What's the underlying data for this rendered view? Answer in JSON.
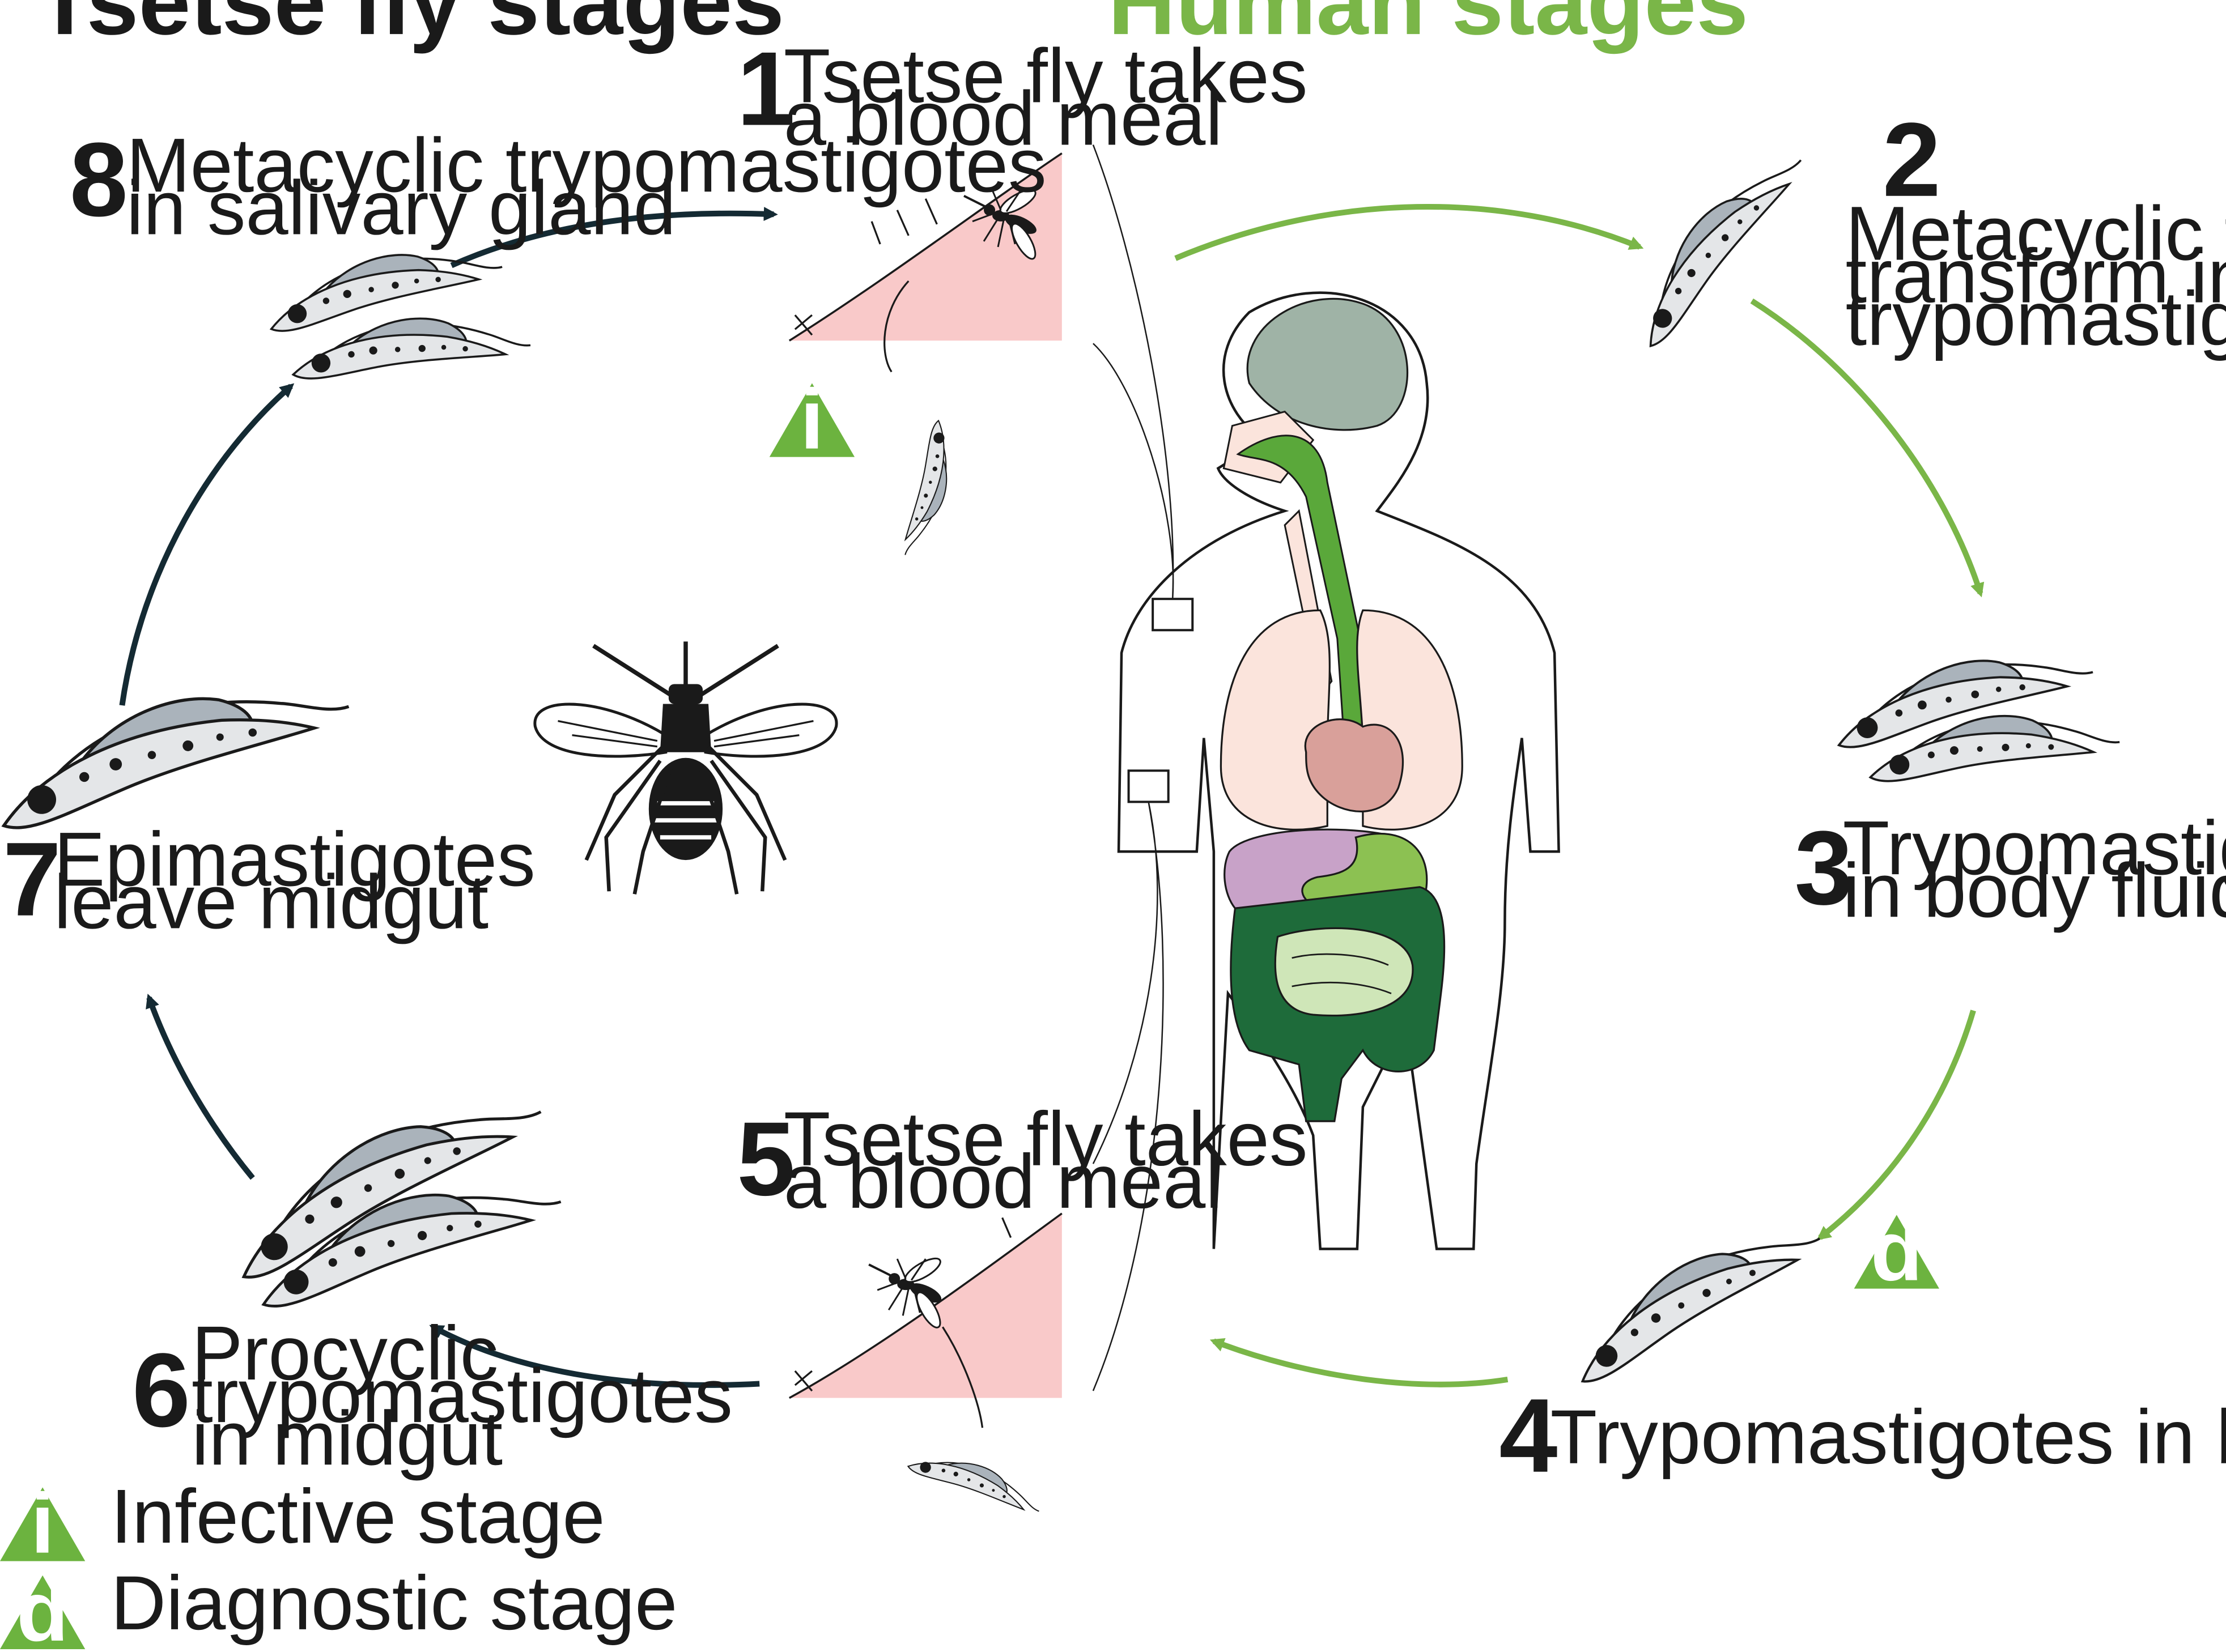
{
  "headers": {
    "tsetse": "Tsetse fly stages",
    "human": "Human stages"
  },
  "colors": {
    "tsetse_arrow": "#142a33",
    "human_arrow": "#7ab648",
    "badge_green": "#6cb33f",
    "skin_pink": "#f9c9c9",
    "parasite_fill": "#e4e6e8",
    "membrane_fill": "#aab3bb",
    "brain": "#9fb3a6",
    "lungs": "#fbe4dc",
    "heart": "#d9a09a",
    "liver": "#c8a2c8",
    "stomach": "#8cc152",
    "colon": "#1e6b3a",
    "small_intestine": "#cfe6b8",
    "esophagus": "#5aa83a"
  },
  "stages": [
    {
      "num": "1",
      "lines": [
        "Tsetse fly takes",
        "a blood meal"
      ]
    },
    {
      "num": "2",
      "lines": [
        "Metacyclic trypomastigotes",
        "transform into bloodstream",
        "trypomastigotes"
      ]
    },
    {
      "num": "3",
      "lines": [
        "Trypomastigotes multiply",
        "in body fluids"
      ]
    },
    {
      "num": "4",
      "lines": [
        "Trypomastigotes in blood"
      ]
    },
    {
      "num": "5",
      "lines": [
        "Tsetse fly takes",
        "a blood meal"
      ]
    },
    {
      "num": "6",
      "lines": [
        "Procyclic",
        "trypomastigotes",
        "in midgut"
      ]
    },
    {
      "num": "7",
      "lines": [
        "Epimastigotes",
        "leave midgut"
      ]
    },
    {
      "num": "8",
      "lines": [
        "Metacyclic trypomastigotes",
        "in salivary gland"
      ]
    }
  ],
  "badges": {
    "infective_letter": "i",
    "diagnostic_letter": "d"
  },
  "legend": [
    {
      "letter": "i",
      "label": "Infective stage"
    },
    {
      "letter": "d",
      "label": "Diagnostic stage"
    }
  ]
}
